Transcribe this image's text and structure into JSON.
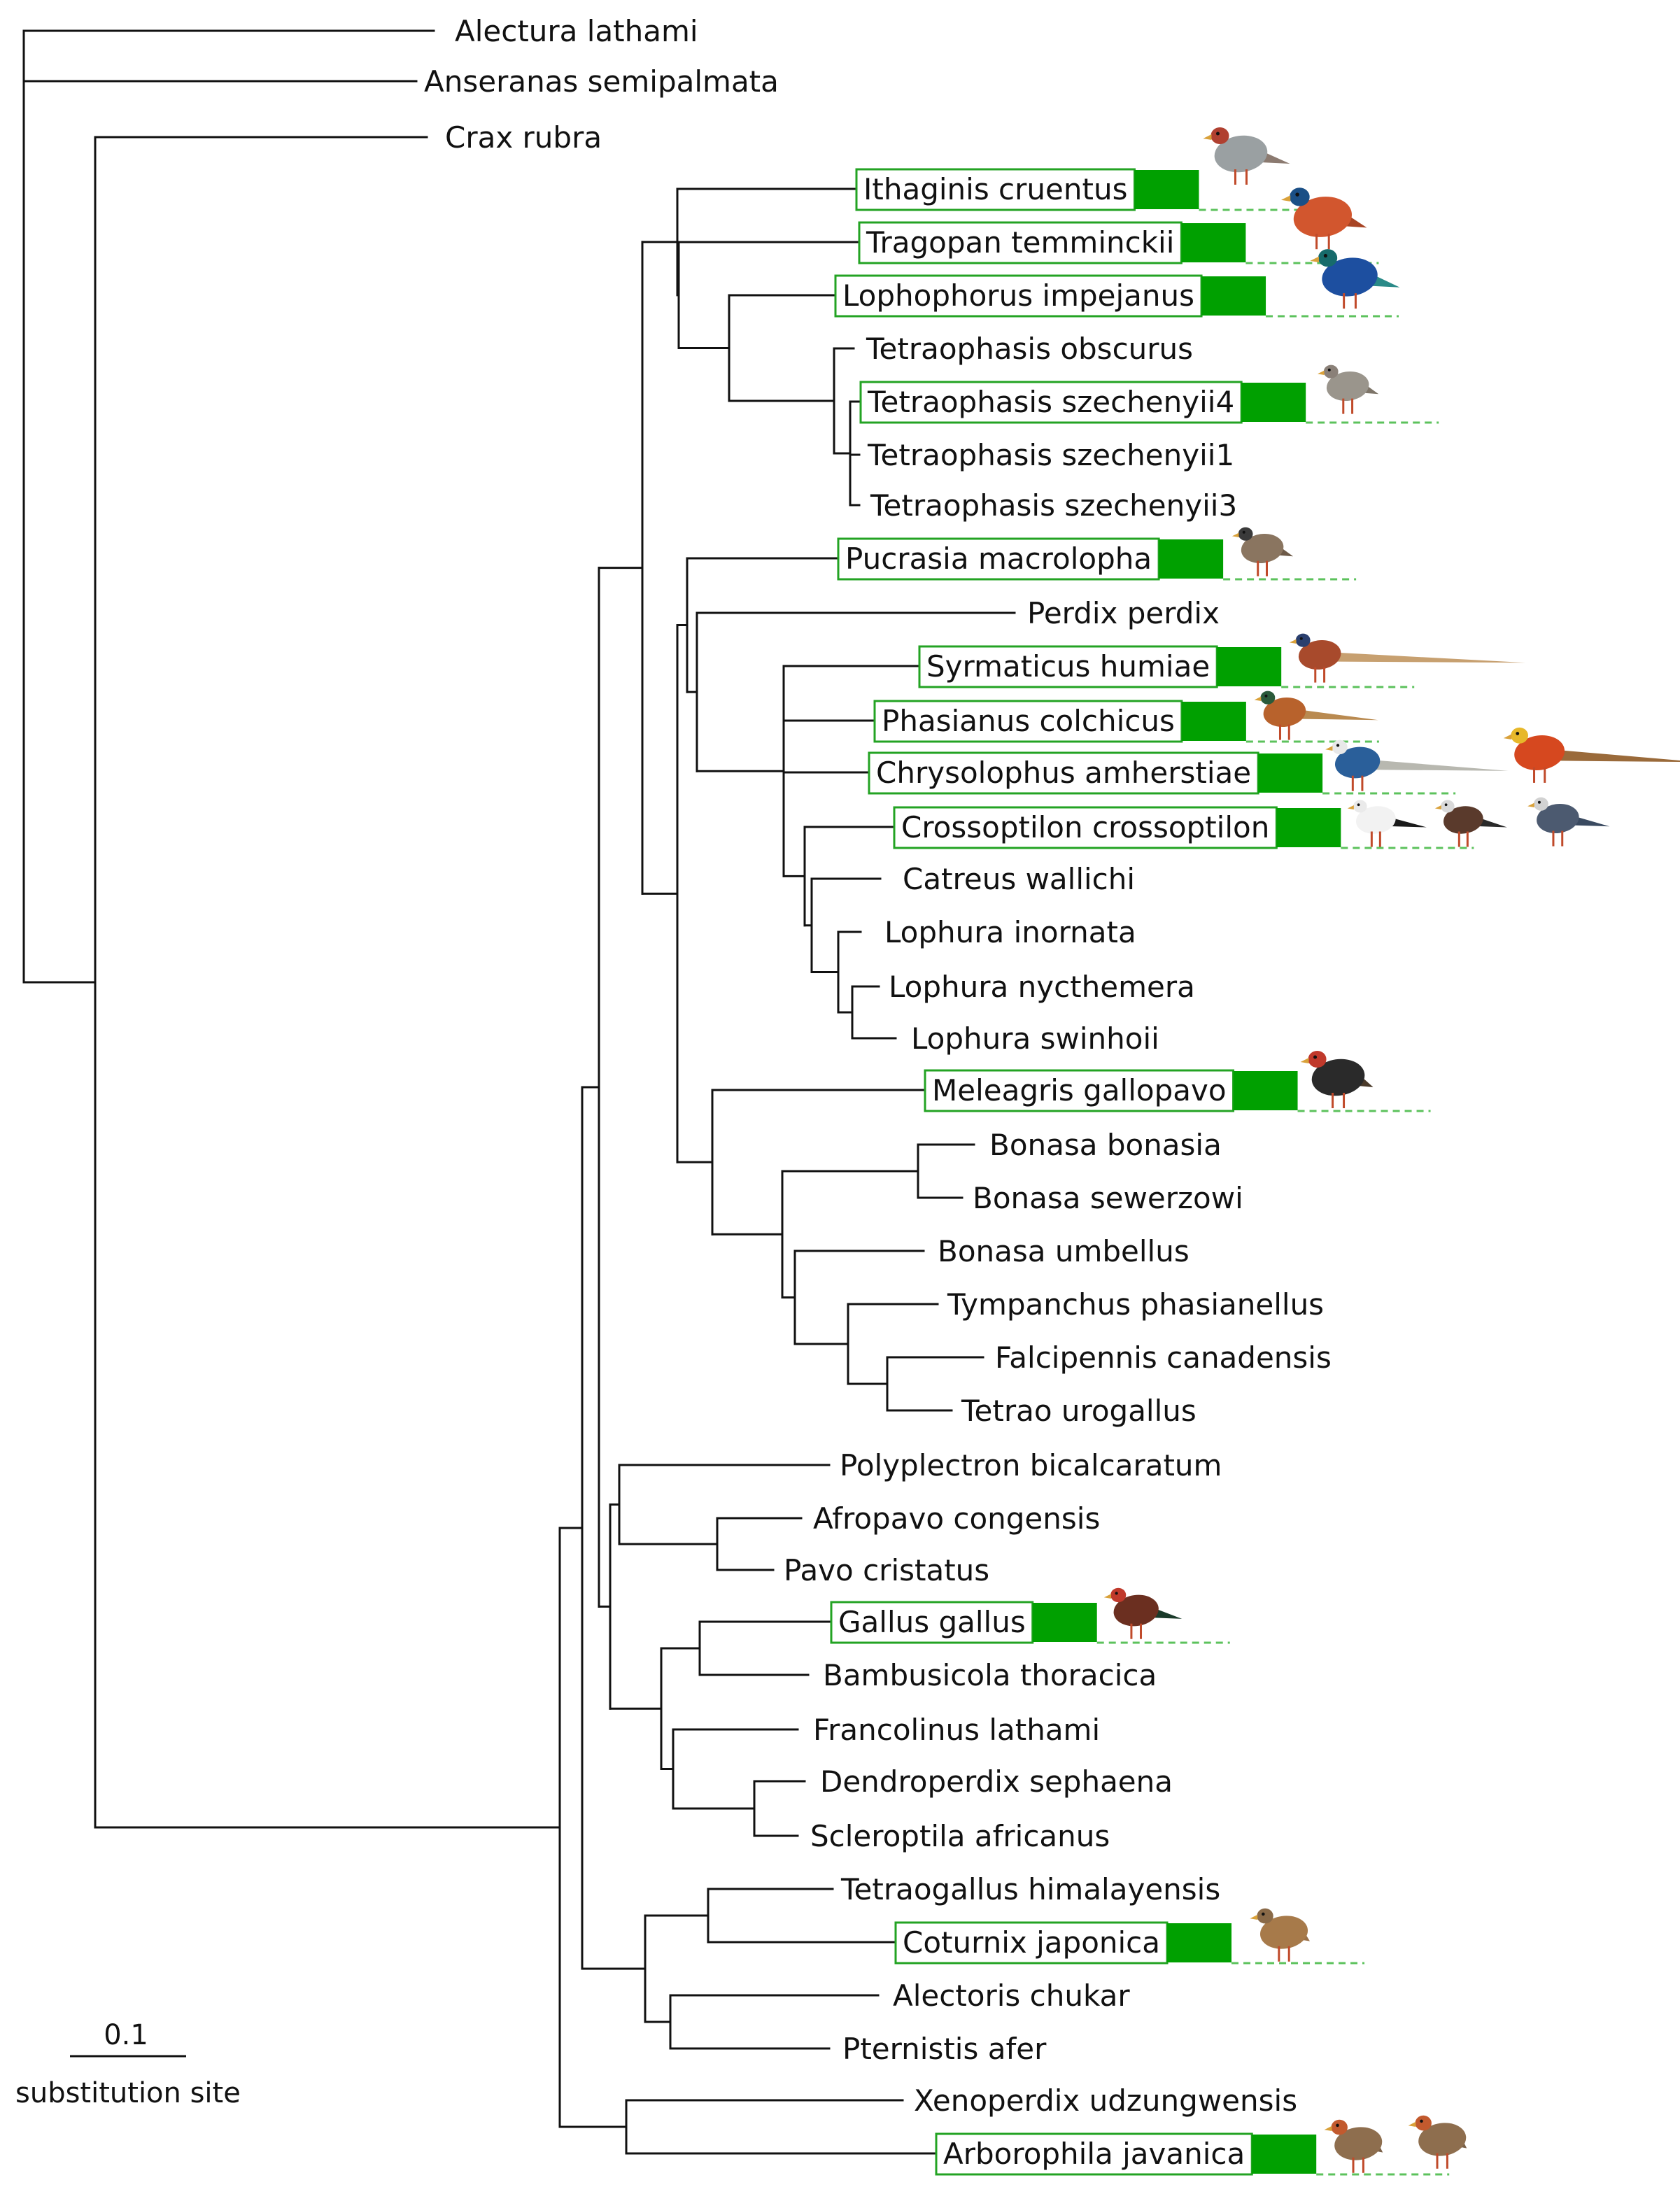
{
  "colors": {
    "branch": "#111111",
    "highlight_border": "#23a323",
    "highlight_fill": "#00a000",
    "dash": "#5cc25c"
  },
  "taxa": [
    {
      "id": "alectura",
      "label": "Alectura lathami",
      "highlighted": false
    },
    {
      "id": "anseranas",
      "label": "Anseranas semipalmata",
      "highlighted": false
    },
    {
      "id": "crax",
      "label": "Crax rubra",
      "highlighted": false
    },
    {
      "id": "ithaginis",
      "label": "Ithaginis cruentus",
      "highlighted": true,
      "bird_icon": "blood-pheasant-icon"
    },
    {
      "id": "tragopan",
      "label": "Tragopan temminckii",
      "highlighted": true,
      "bird_icon": "tragopan-icon"
    },
    {
      "id": "lophophorus",
      "label": "Lophophorus impejanus",
      "highlighted": true,
      "bird_icon": "monal-icon"
    },
    {
      "id": "tobscurus",
      "label": "Tetraophasis obscurus",
      "highlighted": false
    },
    {
      "id": "tszech4",
      "label": "Tetraophasis szechenyii4",
      "highlighted": true,
      "bird_icon": "monal-partridge-icon"
    },
    {
      "id": "tszech1",
      "label": "Tetraophasis szechenyii1",
      "highlighted": false
    },
    {
      "id": "tszech3",
      "label": "Tetraophasis szechenyii3",
      "highlighted": false
    },
    {
      "id": "pucrasia",
      "label": "Pucrasia macrolopha",
      "highlighted": true,
      "bird_icon": "koklass-icon"
    },
    {
      "id": "perdix",
      "label": "Perdix perdix",
      "highlighted": false
    },
    {
      "id": "syrmaticus",
      "label": "Syrmaticus humiae",
      "highlighted": true,
      "bird_icon": "long-tailed-pheasant-icon"
    },
    {
      "id": "phasianus",
      "label": "Phasianus colchicus",
      "highlighted": true,
      "bird_icon": "common-pheasant-icon"
    },
    {
      "id": "chrysolophus",
      "label": "Chrysolophus amherstiae",
      "highlighted": true,
      "bird_icon": "lady-amherst-pheasant-icon"
    },
    {
      "id": "crossoptilon",
      "label": "Crossoptilon crossoptilon",
      "highlighted": true,
      "bird_icon": "eared-pheasant-icon"
    },
    {
      "id": "catreus",
      "label": "Catreus wallichi",
      "highlighted": false
    },
    {
      "id": "linornata",
      "label": "Lophura inornata",
      "highlighted": false
    },
    {
      "id": "lnycthemera",
      "label": "Lophura nycthemera",
      "highlighted": false
    },
    {
      "id": "lswinhoii",
      "label": "Lophura swinhoii",
      "highlighted": false
    },
    {
      "id": "meleagris",
      "label": "Meleagris gallopavo",
      "highlighted": true,
      "bird_icon": "turkey-icon"
    },
    {
      "id": "bbonasia",
      "label": "Bonasa bonasia",
      "highlighted": false
    },
    {
      "id": "bsewerzowi",
      "label": "Bonasa sewerzowi",
      "highlighted": false
    },
    {
      "id": "bumbellus",
      "label": "Bonasa umbellus",
      "highlighted": false
    },
    {
      "id": "tympanchus",
      "label": "Tympanchus phasianellus",
      "highlighted": false
    },
    {
      "id": "falcipennis",
      "label": "Falcipennis canadensis",
      "highlighted": false
    },
    {
      "id": "tetrao",
      "label": "Tetrao urogallus",
      "highlighted": false
    },
    {
      "id": "polyplectron",
      "label": "Polyplectron bicalcaratum",
      "highlighted": false
    },
    {
      "id": "afropavo",
      "label": "Afropavo congensis",
      "highlighted": false
    },
    {
      "id": "pavo",
      "label": "Pavo cristatus",
      "highlighted": false
    },
    {
      "id": "gallus",
      "label": "Gallus gallus",
      "highlighted": true,
      "bird_icon": "rooster-icon"
    },
    {
      "id": "bambusicola",
      "label": "Bambusicola thoracica",
      "highlighted": false
    },
    {
      "id": "francolinus",
      "label": "Francolinus lathami",
      "highlighted": false
    },
    {
      "id": "dendroperdix",
      "label": "Dendroperdix sephaena",
      "highlighted": false
    },
    {
      "id": "scleroptila",
      "label": "Scleroptila africanus",
      "highlighted": false
    },
    {
      "id": "tetraogallus",
      "label": "Tetraogallus himalayensis",
      "highlighted": false
    },
    {
      "id": "coturnix",
      "label": "Coturnix japonica",
      "highlighted": true,
      "bird_icon": "quail-icon"
    },
    {
      "id": "alectoris",
      "label": "Alectoris chukar",
      "highlighted": false
    },
    {
      "id": "pternistis",
      "label": "Pternistis afer",
      "highlighted": false
    },
    {
      "id": "xenoperdix",
      "label": "Xenoperdix udzungwensis",
      "highlighted": false
    },
    {
      "id": "arborophila",
      "label": "Arborophila javanica",
      "highlighted": true,
      "bird_icon": "hill-partridge-icon"
    }
  ],
  "scale_bar": {
    "value": "0.1",
    "label": "substitution site"
  }
}
